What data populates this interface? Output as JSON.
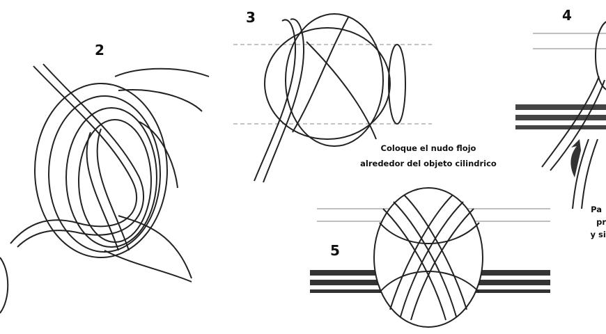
{
  "steps": [
    {
      "number": "2"
    },
    {
      "number": "3",
      "caption_line1": "Coloque el nudo flojo",
      "caption_line2": "alrededor del objeto cilindrico"
    },
    {
      "number": "4",
      "caption_partial": [
        "Pa",
        "pr",
        "y sig"
      ]
    },
    {
      "number": "5"
    }
  ]
}
